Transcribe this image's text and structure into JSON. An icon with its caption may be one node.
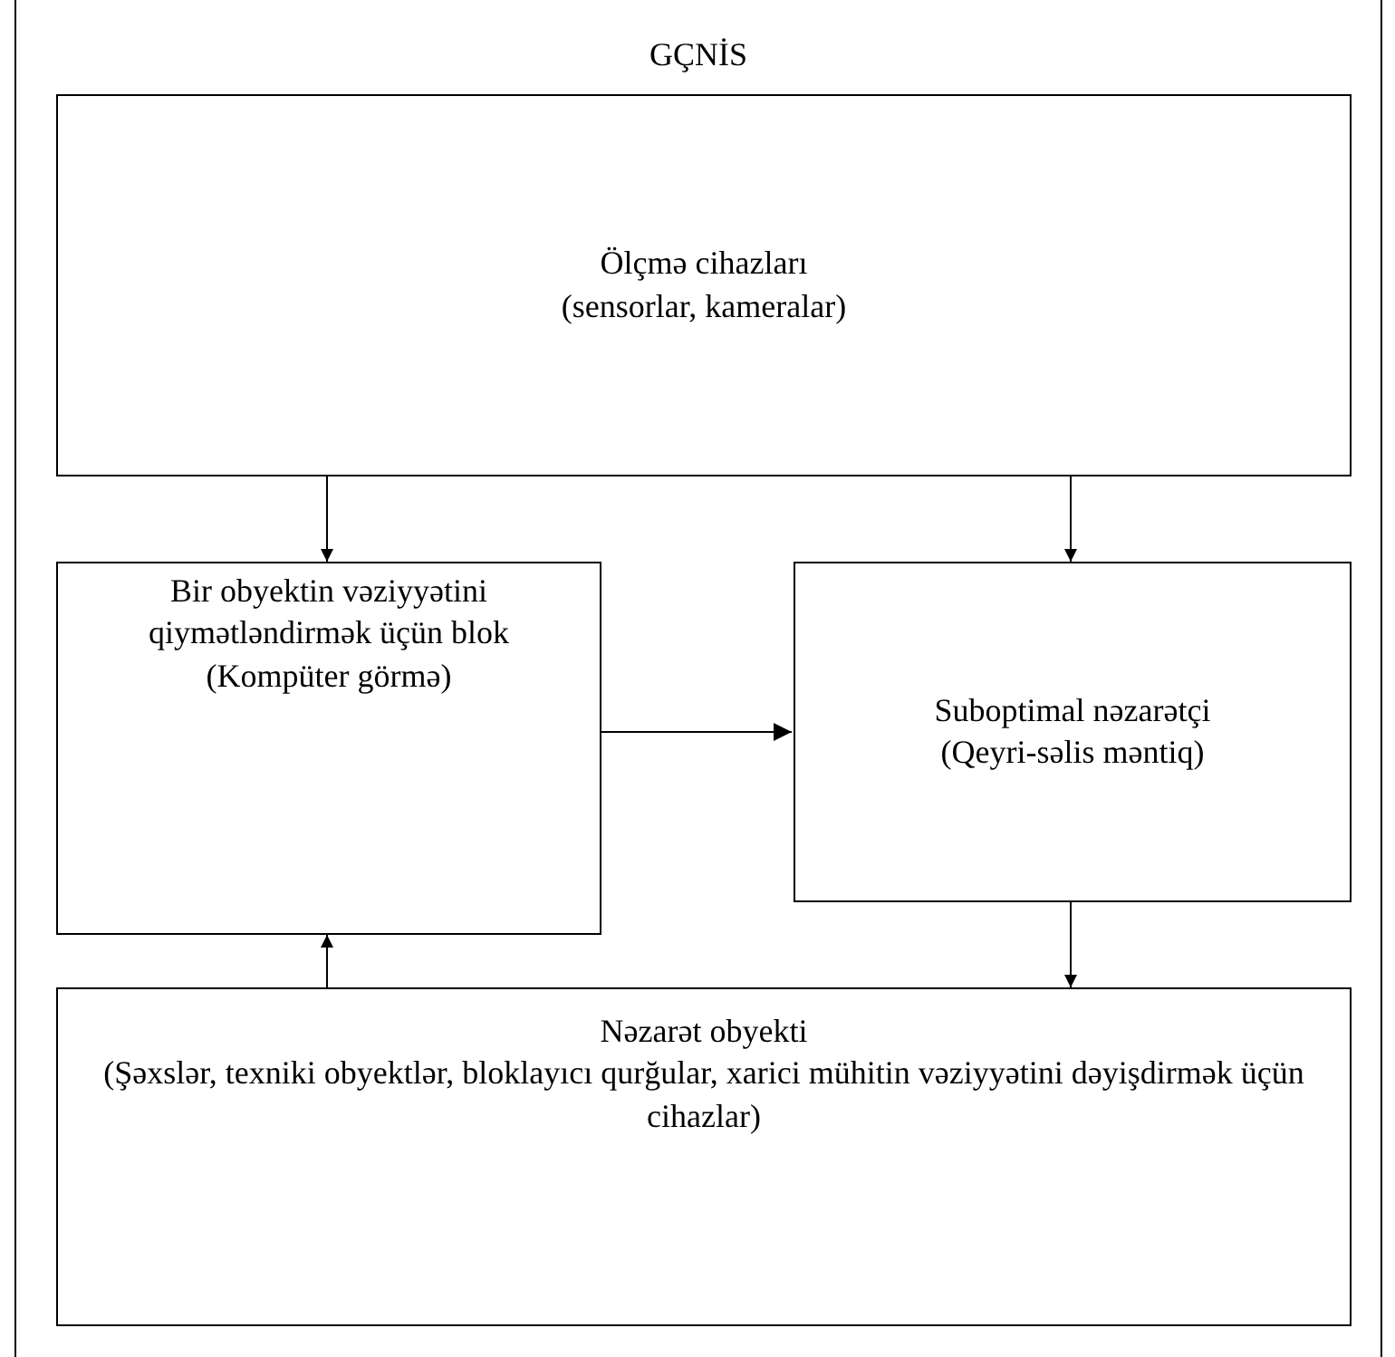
{
  "diagram": {
    "nodes": [
      {
        "text": [
          "GÇNİS"
        ]
      },
      {
        "text": [
          "Ölçmə cihazları",
          "(sensorlar, kameralar)"
        ],
        "in": 0
      },
      {
        "text": [
          "Bir obyektin vəziyyətini qiymətləndirmək üçün blok",
          "(Kompüter görmə)"
        ],
        "in": 0
      },
      {
        "text": [
          "Suboptimal nəzarətçi",
          "(Qeyri-səlis məntiq)"
        ],
        "in": 0
      },
      {
        "text": [
          "Nəzarət obyekti",
          "(Şəxslər, texniki obyektlər, bloklayıcı qurğular, xarici mühitin vəziyyətini dəyişdirmək üçün cihazlar)"
        ],
        "in": 0
      }
    ],
    "edges": [
      {
        "from": 1,
        "to": 2,
        "arrow": "to"
      },
      {
        "from": 1,
        "to": 3,
        "arrow": "to"
      },
      {
        "from": 2,
        "to": 3,
        "arrow": "to"
      },
      {
        "from": 3,
        "to": 4,
        "arrow": "to"
      },
      {
        "from": 4,
        "to": 2,
        "arrow": "to"
      }
    ]
  }
}
